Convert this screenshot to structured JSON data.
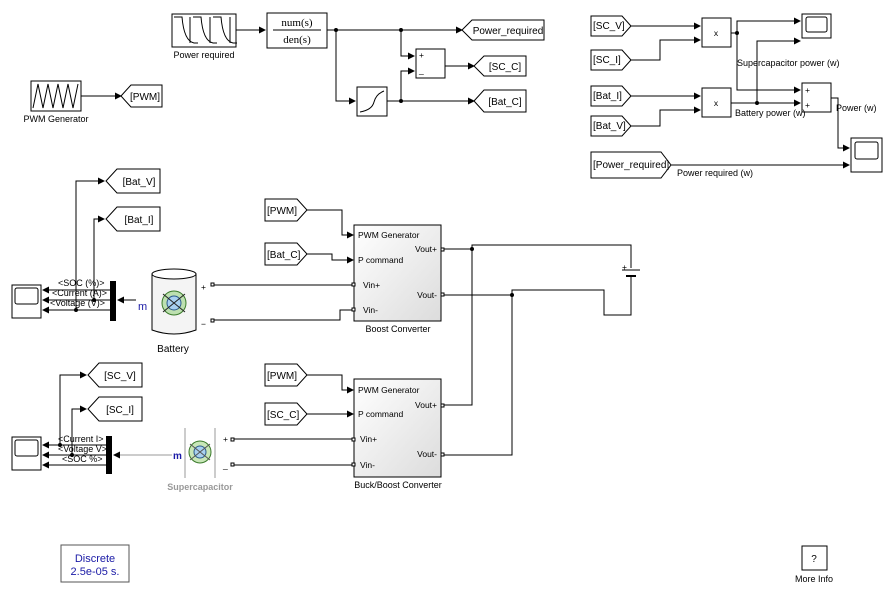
{
  "blocks": {
    "power_required_source": "Power required",
    "transfer_fcn_num": "num(s)",
    "transfer_fcn_den": "den(s)",
    "pwm_generator": "PWM Generator",
    "battery": "Battery",
    "supercapacitor": "Supercapacitor",
    "boost_converter": "Boost Converter",
    "buck_boost_converter": "Buck/Boost Converter",
    "discrete_line1": "Discrete",
    "discrete_line2": "2.5e-05 s.",
    "more_info_symbol": "?",
    "more_info_label": "More Info",
    "multiply": "x"
  },
  "tags": {
    "power_required": "Power_required",
    "sc_c": "[SC_C]",
    "bat_c": "[Bat_C]",
    "pwm": "[PWM]",
    "bat_v": "[Bat_V]",
    "bat_i": "[Bat_I]",
    "sc_v": "[SC_V]",
    "sc_i": "[SC_I]",
    "power_required_from": "[Power_required]"
  },
  "ports": {
    "pwm_generator": "PWM Generator",
    "p_command": "P command",
    "vin_plus": "Vin+",
    "vin_minus": "Vin-",
    "vout_plus": "Vout+",
    "vout_minus": "Vout-",
    "plus": "+",
    "minus": "_",
    "minus_sign": "−",
    "m": "m"
  },
  "bus_labels": {
    "battery": [
      "<SOC (%)>",
      "<Current (A)>",
      "<Voltage (V)>"
    ],
    "supercap": [
      "<Current I>",
      "<Voltage V>",
      "<SOC %>"
    ]
  },
  "signals": {
    "supercap_power": "Supercapacitor power (w)",
    "battery_power": "Battery power (w)",
    "power_w": "Power (w)",
    "power_required_w": "Power required (w)"
  },
  "colors": {
    "discrete_text": "#1a1aa6",
    "m_port": "#1a1aa6",
    "supercap_label": "#999999"
  }
}
